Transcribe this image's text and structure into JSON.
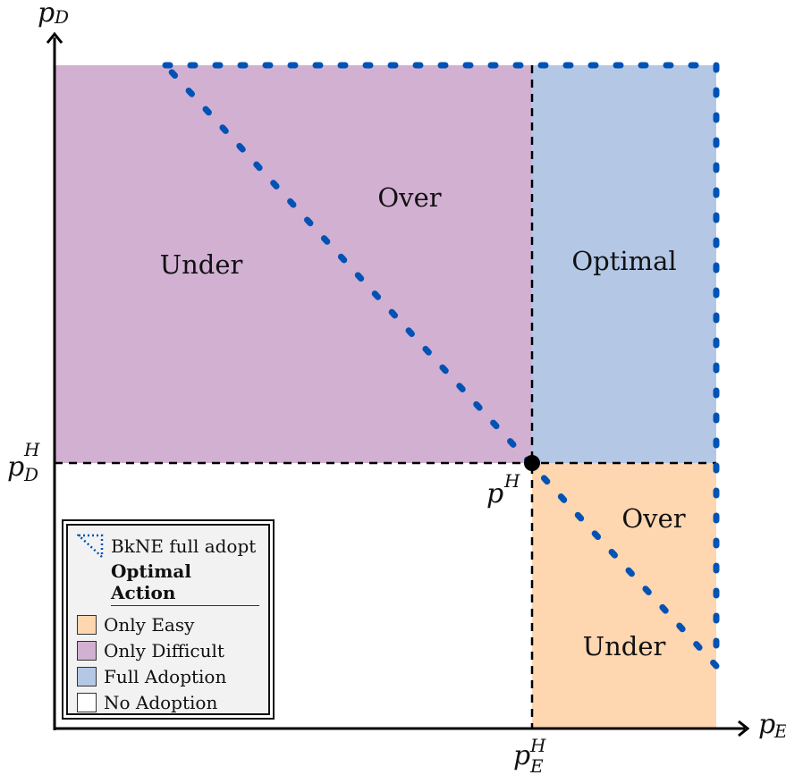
{
  "diagram": {
    "axes": {
      "x_label": "p",
      "x_label_sub": "E",
      "y_label": "p",
      "y_label_sub": "D",
      "x_tick_label": "p",
      "x_tick_sup": "H",
      "x_tick_sub": "E",
      "y_tick_label": "p",
      "y_tick_sup": "H",
      "y_tick_sub": "D"
    },
    "point": {
      "label": "p",
      "sup": "H"
    },
    "regions": [
      {
        "id": "only-difficult-region",
        "color": "#d2b0d2",
        "labels": [
          "Under",
          "Over"
        ]
      },
      {
        "id": "full-adoption-region",
        "color": "#b4c8e6",
        "labels": [
          "Optimal"
        ]
      },
      {
        "id": "only-easy-region",
        "color": "#fed6b0",
        "labels": [
          "Over",
          "Under"
        ]
      },
      {
        "id": "no-adoption-region",
        "color": "#ffffff",
        "labels": []
      }
    ],
    "bkne_line_color": "#0053b5"
  },
  "legend": {
    "line_entry": "BkNE full adopt",
    "title": "Optimal Action",
    "items": [
      {
        "label": "Only Easy",
        "color": "#fed6b0"
      },
      {
        "label": "Only Difficult",
        "color": "#d2b0d2"
      },
      {
        "label": "Full Adoption",
        "color": "#b4c8e6"
      },
      {
        "label": "No Adoption",
        "color": "#ffffff"
      }
    ]
  }
}
